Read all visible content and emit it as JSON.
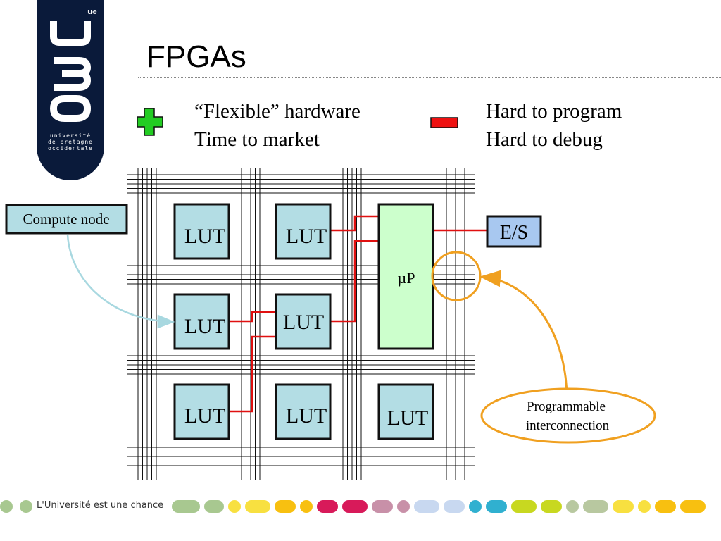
{
  "slide": {
    "title": "FPGAs",
    "pros": {
      "icon": "plus-icon",
      "items": [
        "“Flexible” hardware",
        "Time to market"
      ]
    },
    "cons": {
      "icon": "minus-icon",
      "items": [
        "Hard to program",
        "Hard to debug"
      ]
    }
  },
  "logo": {
    "name": "UBO",
    "superscript": "ue",
    "lines": [
      "université",
      "de bretagne",
      "occidentale"
    ]
  },
  "diagram": {
    "lut_label": "LUT",
    "processor_label": "µP",
    "io_label": "E/S",
    "compute_node_label": "Compute node",
    "interconnect_label": [
      "Programmable",
      "interconnection"
    ],
    "colors": {
      "block_fill": "#b3dde4",
      "processor_fill": "#ccffcc",
      "io_fill": "#a8c8f0",
      "route_color": "#e01010",
      "interconnect_highlight": "#f0a020",
      "compute_arrow": "#a8d8e0"
    }
  },
  "footer": {
    "tagline": "L'Université est une chance",
    "dot_colors": [
      "#a8c890",
      "#a8c890",
      "#f8e040",
      "#f8e040",
      "#f8c010",
      "#f8c010",
      "#d81a5a",
      "#d81a5a",
      "#c890a8",
      "#c890a8",
      "#c8d8f0",
      "#c8d8f0",
      "#30b0d0",
      "#30b0d0",
      "#c8d820",
      "#c8d820",
      "#b8c8a0",
      "#b8c8a0",
      "#f8e040",
      "#f8e040",
      "#f8c010",
      "#f8c010",
      "#d81a5a",
      "#d81a5a",
      "#c890a8"
    ]
  }
}
